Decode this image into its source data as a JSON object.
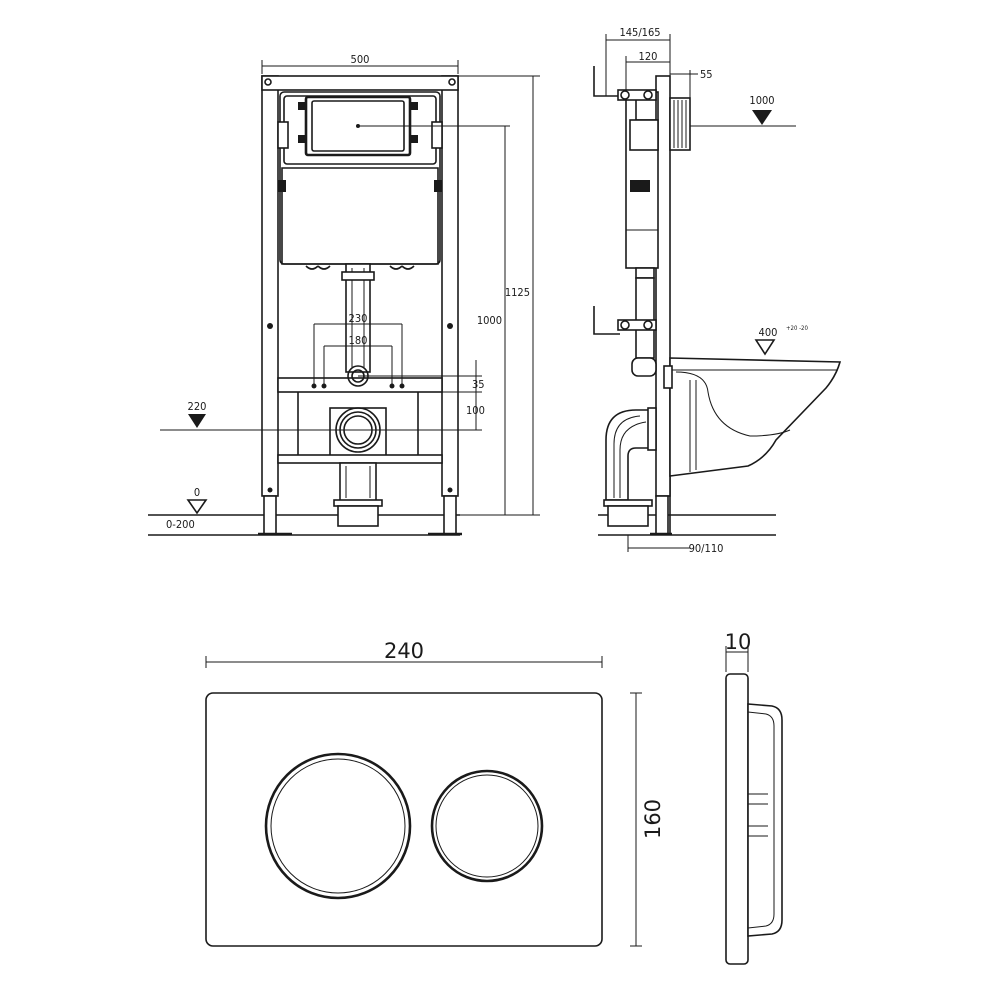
{
  "front_view": {
    "width_label": "500",
    "overall_height_label": "1125",
    "flush_height_label": "1000",
    "rod_spacing_outer_label": "230",
    "rod_spacing_inner_label": "180",
    "offset_35_label": "35",
    "offset_100_label": "100",
    "level_220_label": "220",
    "level_0_label": "0",
    "floor_range_label": "0-200"
  },
  "side_view": {
    "depth_label": "145/165",
    "depth_120_label": "120",
    "depth_55_label": "55",
    "level_1000_label": "1000",
    "level_400_label": "400",
    "level_400_tol": "+20\n-20",
    "bottom_offset_label": "90/110"
  },
  "flush_plate": {
    "width_label": "240",
    "height_label": "160",
    "thickness_label": "10"
  }
}
